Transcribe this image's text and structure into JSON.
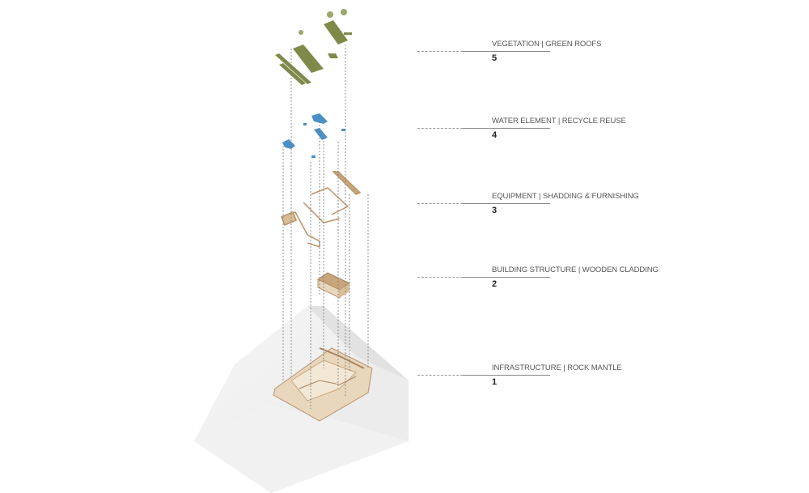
{
  "layers": [
    {
      "title": "VEGETATION | GREEN ROOFS",
      "number": "5"
    },
    {
      "title": "WATER ELEMENT | RECYCLE REUSE",
      "number": "4"
    },
    {
      "title": "EQUIPMENT | SHADDING & FURNISHING",
      "number": "3"
    },
    {
      "title": "BUILDING STRUCTURE | WOODEN CLADDING",
      "number": "2"
    },
    {
      "title": "INFRASTRUCTURE |  ROCK MANTLE",
      "number": "1"
    }
  ],
  "colors": {
    "vegetation": "#7f8a4a",
    "water": "#4a90c8",
    "wood": "#c9a57a",
    "rock": "#f4f4f4"
  }
}
